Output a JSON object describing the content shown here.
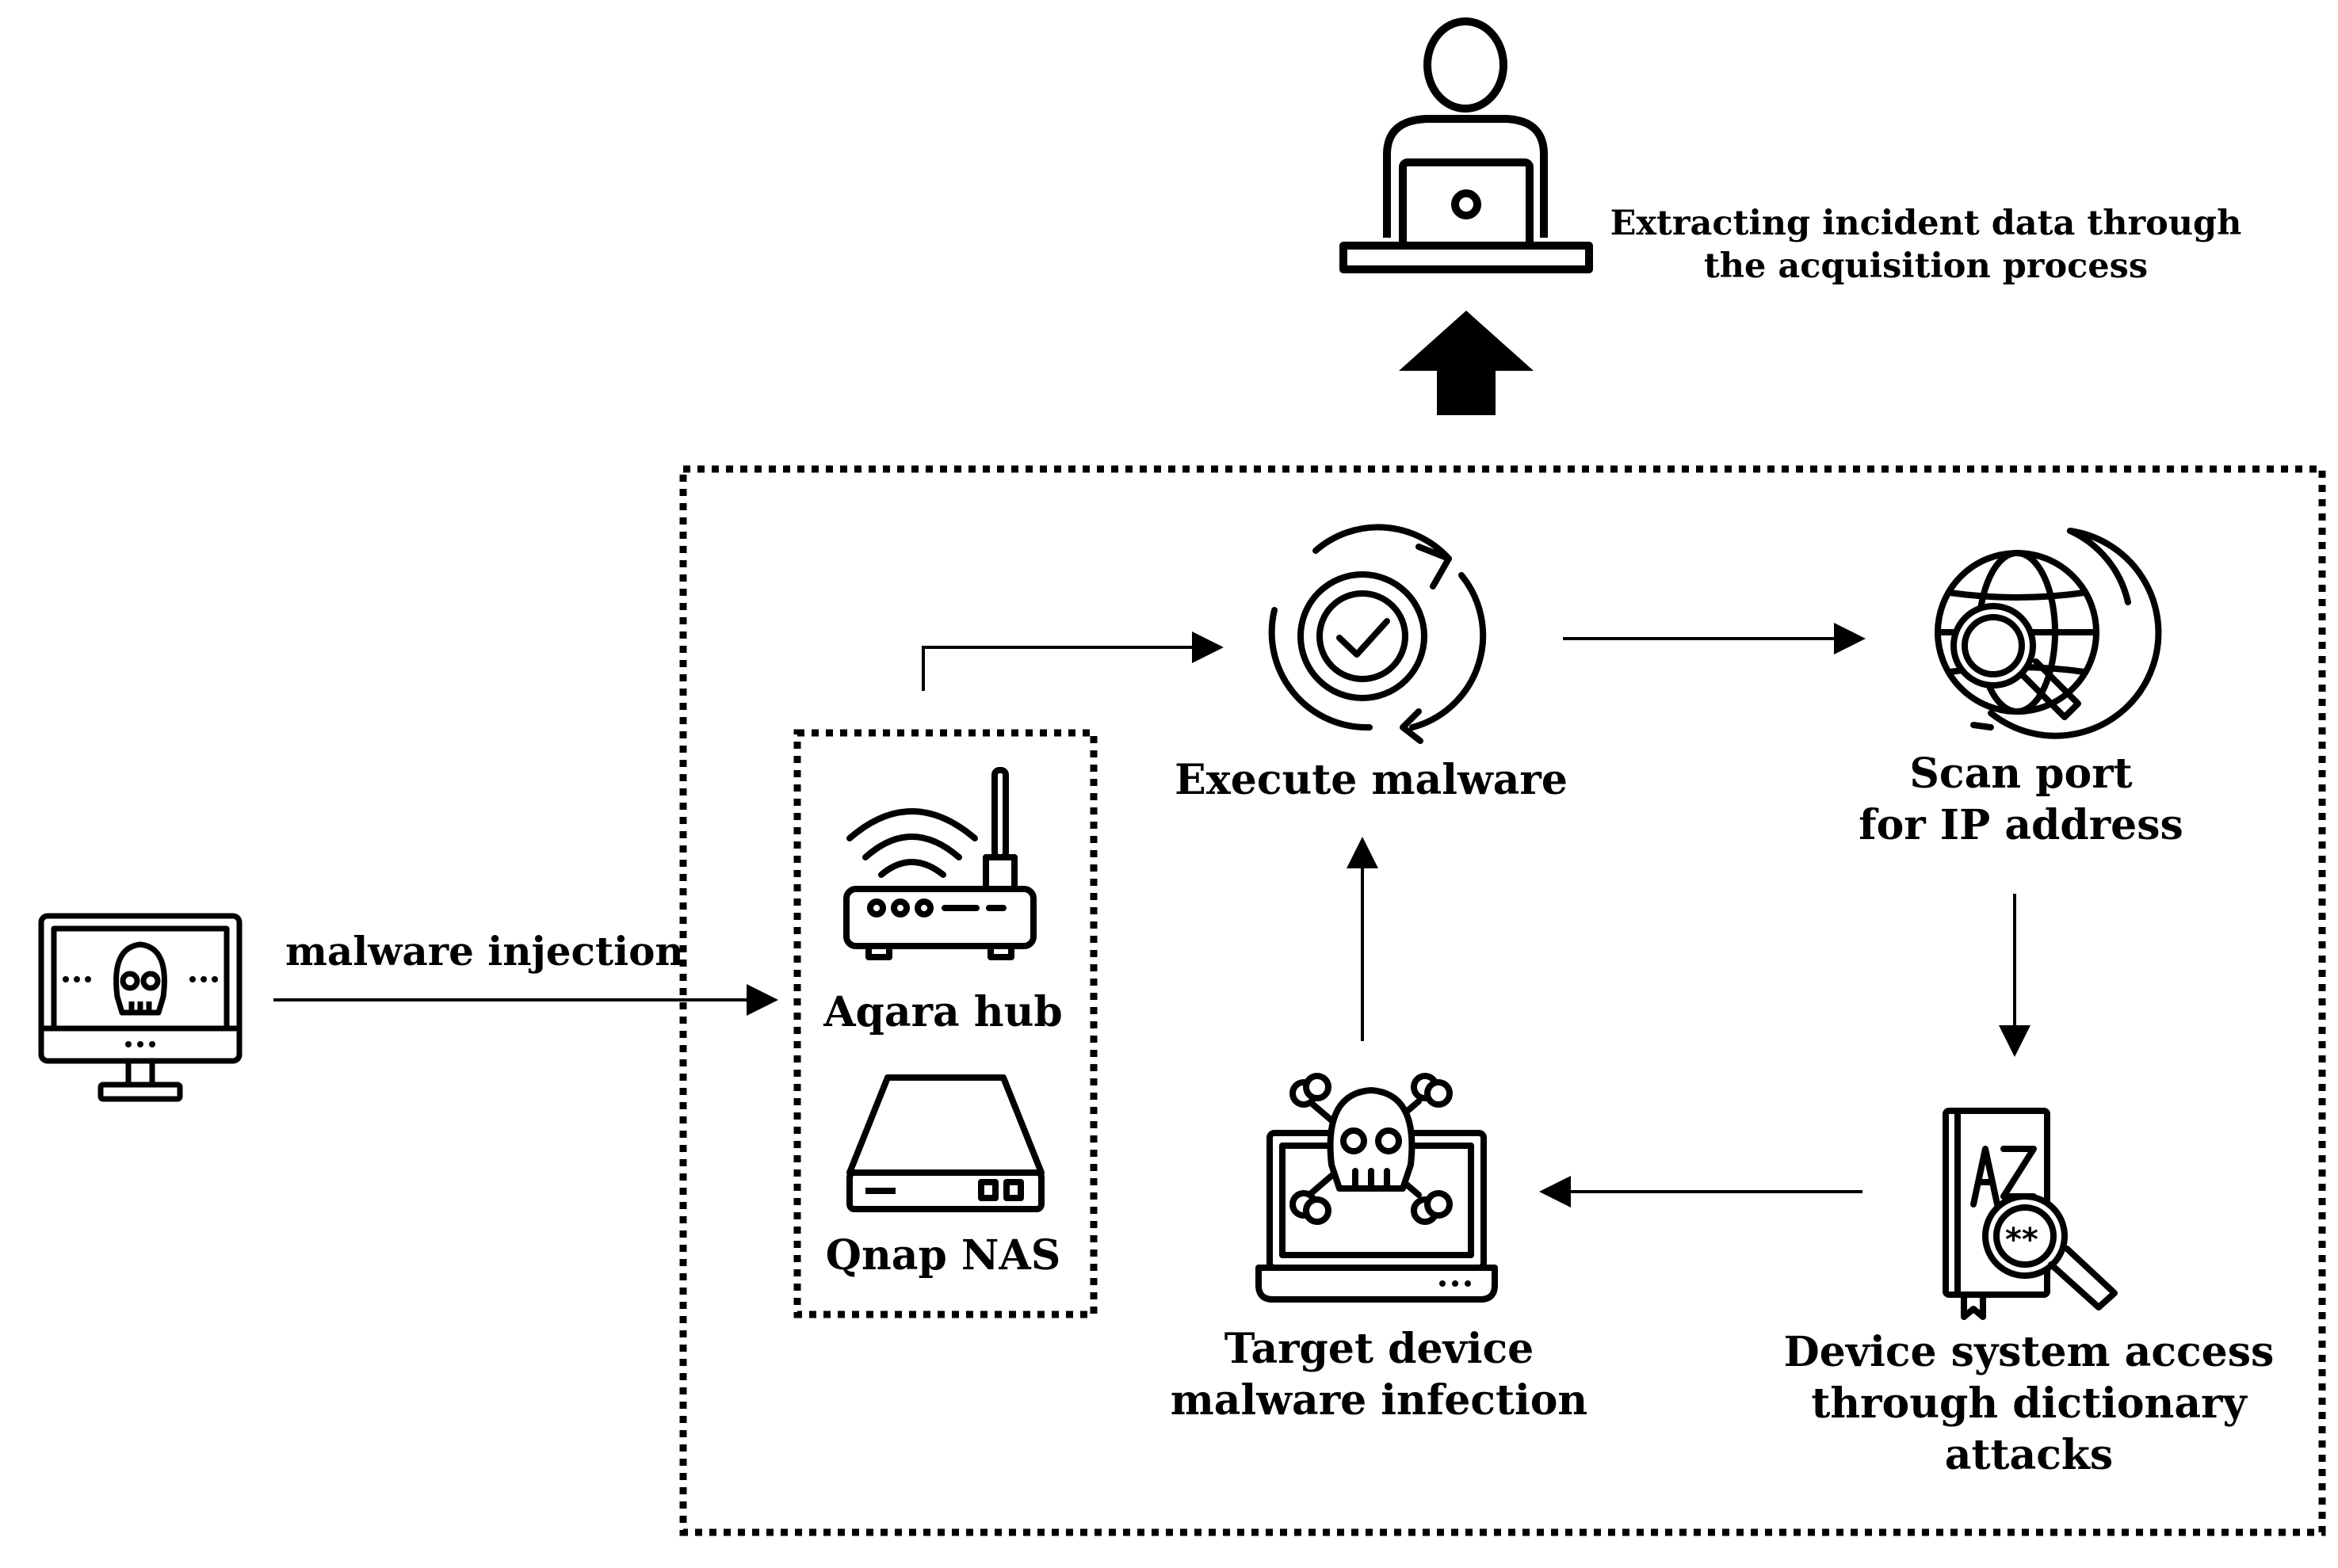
{
  "labels": {
    "malware_injection": "malware injection",
    "aqara_hub": "Aqara hub",
    "qnap_nas": "Qnap NAS",
    "execute_malware": "Execute malware",
    "scan_port": [
      "Scan port",
      "for IP address"
    ],
    "target_device": [
      "Target device",
      "malware infection"
    ],
    "device_access": [
      "Device system access",
      "through dictionary",
      "attacks"
    ],
    "extracting": [
      "Extracting incident data through",
      "the acquisition process"
    ]
  },
  "icons": {
    "attacker": "skull-monitor-icon",
    "router": "wifi-router-icon",
    "nas": "nas-drive-icon",
    "execute": "gear-check-icon",
    "scan": "globe-magnifier-icon",
    "dictionary": "dictionary-book-icon",
    "infected": "skull-laptop-icon",
    "investigator": "investigator-laptop-icon",
    "upload": "up-arrow-icon"
  },
  "colors": {
    "stroke": "#000000",
    "background": "#ffffff"
  }
}
